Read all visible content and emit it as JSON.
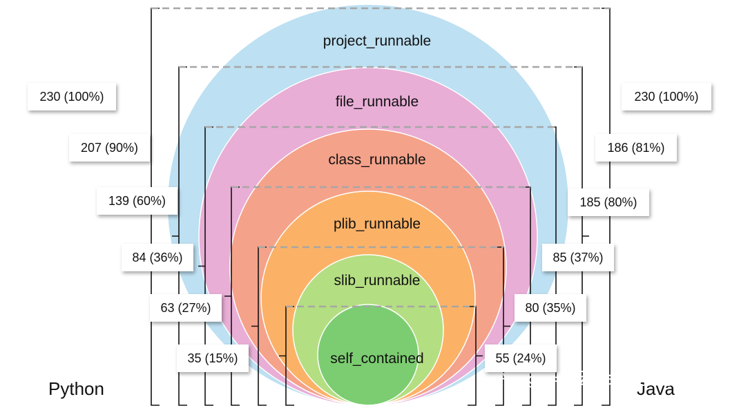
{
  "levels": [
    {
      "label": "project_runnable",
      "color": "#bde0f2",
      "python": "230 (100%)",
      "java": "230 (100%)"
    },
    {
      "label": "file_runnable",
      "color": "#e8aed6",
      "python": "207 (90%)",
      "java": "186 (81%)"
    },
    {
      "label": "class_runnable",
      "color": "#f5a28a",
      "python": "139 (60%)",
      "java": "185 (80%)"
    },
    {
      "label": "plib_runnable",
      "color": "#fbb267",
      "python": "84 (36%)",
      "java": "85 (37%)"
    },
    {
      "label": "slib_runnable",
      "color": "#b4de82",
      "python": "63 (27%)",
      "java": "80 (35%)"
    },
    {
      "label": "self_contained",
      "color": "#7ccd71",
      "python": "35 (15%)",
      "java": "55 (24%)"
    }
  ],
  "side_titles": {
    "left": "Python",
    "right": "Java"
  },
  "watermark": "知乎 @华为云PaaS服务"
}
